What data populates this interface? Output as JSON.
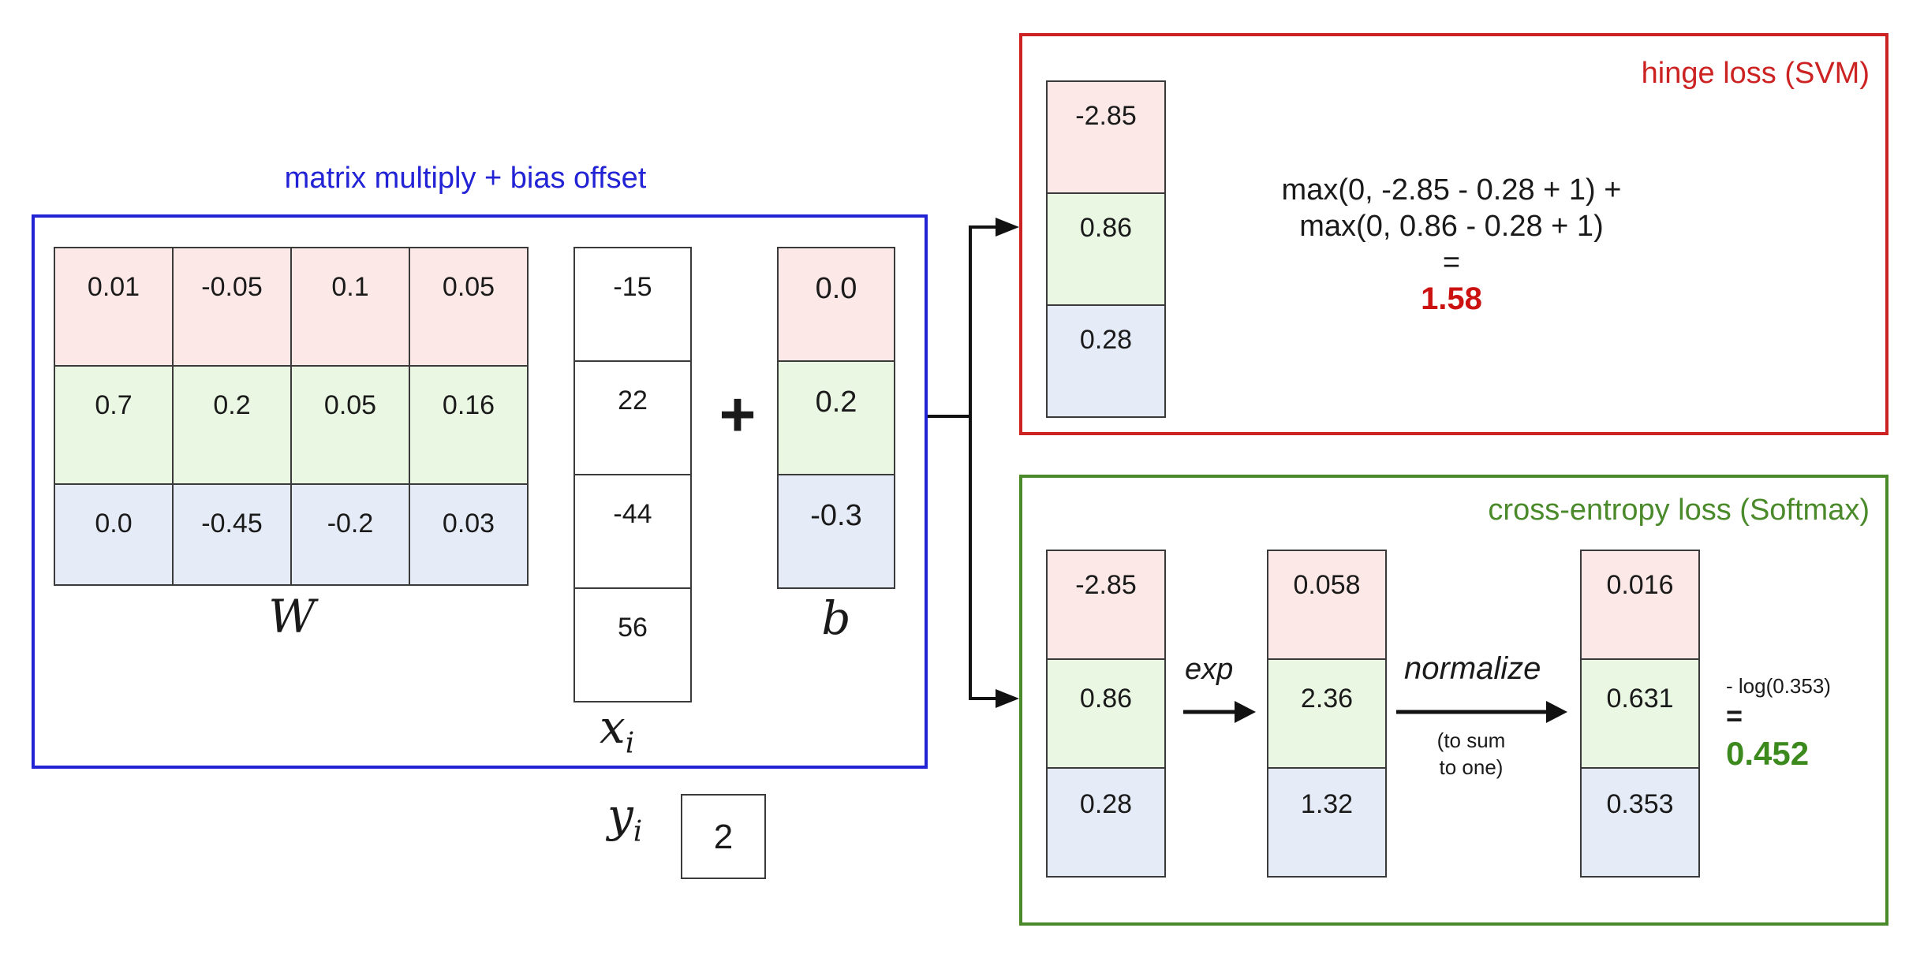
{
  "colors": {
    "linear_frame": "#2323d6",
    "svm_frame": "#cc2222",
    "softmax_frame": "#4a8a2a",
    "row_class_0": "#fce8e6",
    "row_class_1": "#e9f7e3",
    "row_class_2": "#e6ecf7",
    "svm_result": "#cc1111",
    "softmax_result": "#3c8a1e"
  },
  "linear": {
    "title": "matrix multiply + bias offset",
    "W": {
      "label": "W",
      "rows": [
        [
          "0.01",
          "-0.05",
          "0.1",
          "0.05"
        ],
        [
          "0.7",
          "0.2",
          "0.05",
          "0.16"
        ],
        [
          "0.0",
          "-0.45",
          "-0.2",
          "0.03"
        ]
      ]
    },
    "x": {
      "label": "x",
      "subscript": "i",
      "values": [
        "-15",
        "22",
        "-44",
        "56"
      ]
    },
    "plus": "+",
    "b": {
      "label": "b",
      "values": [
        "0.0",
        "0.2",
        "-0.3"
      ]
    },
    "y": {
      "label": "y",
      "subscript": "i",
      "value": "2"
    }
  },
  "svm": {
    "title": "hinge loss (SVM)",
    "scores": [
      "-2.85",
      "0.86",
      "0.28"
    ],
    "formula_line1": "max(0, -2.85 - 0.28 + 1) +",
    "formula_line2": "max(0, 0.86 - 0.28 + 1)",
    "equals": "=",
    "result": "1.58"
  },
  "softmax": {
    "title": "cross-entropy loss (Softmax)",
    "scores": [
      "-2.85",
      "0.86",
      "0.28"
    ],
    "exp_label": "exp",
    "exp_values": [
      "0.058",
      "2.36",
      "1.32"
    ],
    "normalize_label": "normalize",
    "normalize_note_line1": "(to sum",
    "normalize_note_line2": "to one)",
    "probabilities": [
      "0.016",
      "0.631",
      "0.353"
    ],
    "loss_expression": "- log(0.353)",
    "equals": "=",
    "result": "0.452"
  }
}
